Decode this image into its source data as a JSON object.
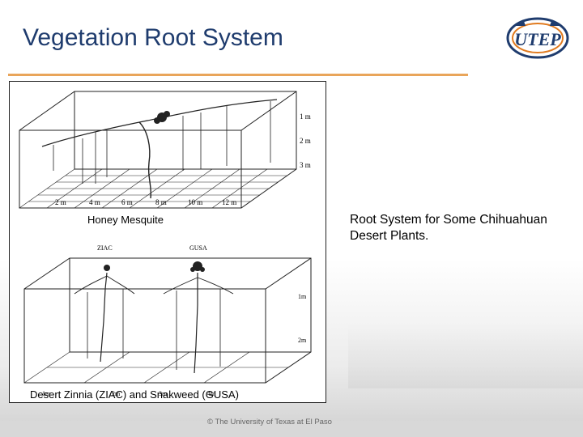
{
  "slide": {
    "title": "Vegetation Root System",
    "side_caption": "Root System for Some Chihuahuan Desert Plants.",
    "footer": "© The University of Texas at El Paso"
  },
  "logo": {
    "text": "UTEP"
  },
  "figure_top": {
    "caption": "Honey Mesquite",
    "x_ticks": [
      "2 m",
      "4 m",
      "6 m",
      "8 m",
      "10 m",
      "12 m"
    ],
    "depth_ticks": [
      "1 m",
      "2 m",
      "3 m"
    ]
  },
  "figure_bottom": {
    "caption": "Desert Zinnia (ZIAC) and Snakweed (GUSA)",
    "plant_labels": [
      "ZIAC",
      "GUSA"
    ],
    "x_ticks": [
      "1m",
      "2m",
      "3m",
      "4m"
    ],
    "depth_ticks": [
      "1m",
      "2m"
    ]
  },
  "colors": {
    "title": "#1f3c6e",
    "accent_rule": "#e9a55a",
    "logo_blue": "#1f3c6e",
    "logo_orange": "#e07a1f"
  }
}
